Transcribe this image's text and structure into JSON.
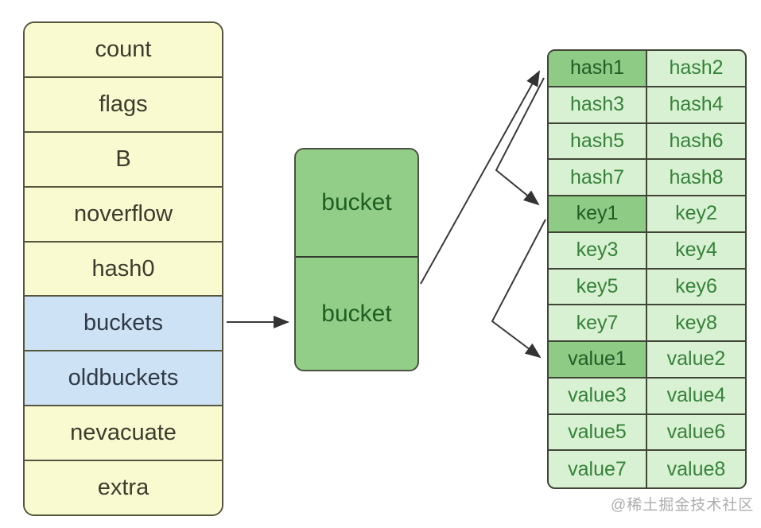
{
  "hmap_struct": {
    "fields": [
      {
        "label": "count",
        "highlight": false
      },
      {
        "label": "flags",
        "highlight": false
      },
      {
        "label": "B",
        "highlight": false
      },
      {
        "label": "noverflow",
        "highlight": false
      },
      {
        "label": "hash0",
        "highlight": false
      },
      {
        "label": "buckets",
        "highlight": true
      },
      {
        "label": "oldbuckets",
        "highlight": true
      },
      {
        "label": "nevacuate",
        "highlight": false
      },
      {
        "label": "extra",
        "highlight": false
      }
    ]
  },
  "buckets_array": {
    "cells": [
      {
        "label": "bucket"
      },
      {
        "label": "bucket"
      }
    ]
  },
  "bucket_detail": {
    "rows": [
      {
        "left": "hash1",
        "right": "hash2",
        "left_highlight": true
      },
      {
        "left": "hash3",
        "right": "hash4",
        "left_highlight": false
      },
      {
        "left": "hash5",
        "right": "hash6",
        "left_highlight": false
      },
      {
        "left": "hash7",
        "right": "hash8",
        "left_highlight": false
      },
      {
        "left": "key1",
        "right": "key2",
        "left_highlight": true
      },
      {
        "left": "key3",
        "right": "key4",
        "left_highlight": false
      },
      {
        "left": "key5",
        "right": "key6",
        "left_highlight": false
      },
      {
        "left": "key7",
        "right": "key8",
        "left_highlight": false
      },
      {
        "left": "value1",
        "right": "value2",
        "left_highlight": true
      },
      {
        "left": "value3",
        "right": "value4",
        "left_highlight": false
      },
      {
        "left": "value5",
        "right": "value6",
        "left_highlight": false
      },
      {
        "left": "value7",
        "right": "value8",
        "left_highlight": false
      }
    ]
  },
  "arrows": [
    {
      "from": "buckets",
      "to": "bucket"
    },
    {
      "from": "bucket",
      "to": "hash1"
    },
    {
      "from": "hash1",
      "to": "key1"
    },
    {
      "from": "key1",
      "to": "value1"
    }
  ],
  "watermark": "@稀土掘金技术社区",
  "colors": {
    "field_bg": "#fafad1",
    "pointer_field_bg": "#cde3f5",
    "bucket_bg": "#93ce88",
    "table_cell_bg": "#d8f1d2",
    "table_cell_highlight_bg": "#8ecb84",
    "table_text": "#36823a",
    "arrow": "#3a3a3a"
  }
}
